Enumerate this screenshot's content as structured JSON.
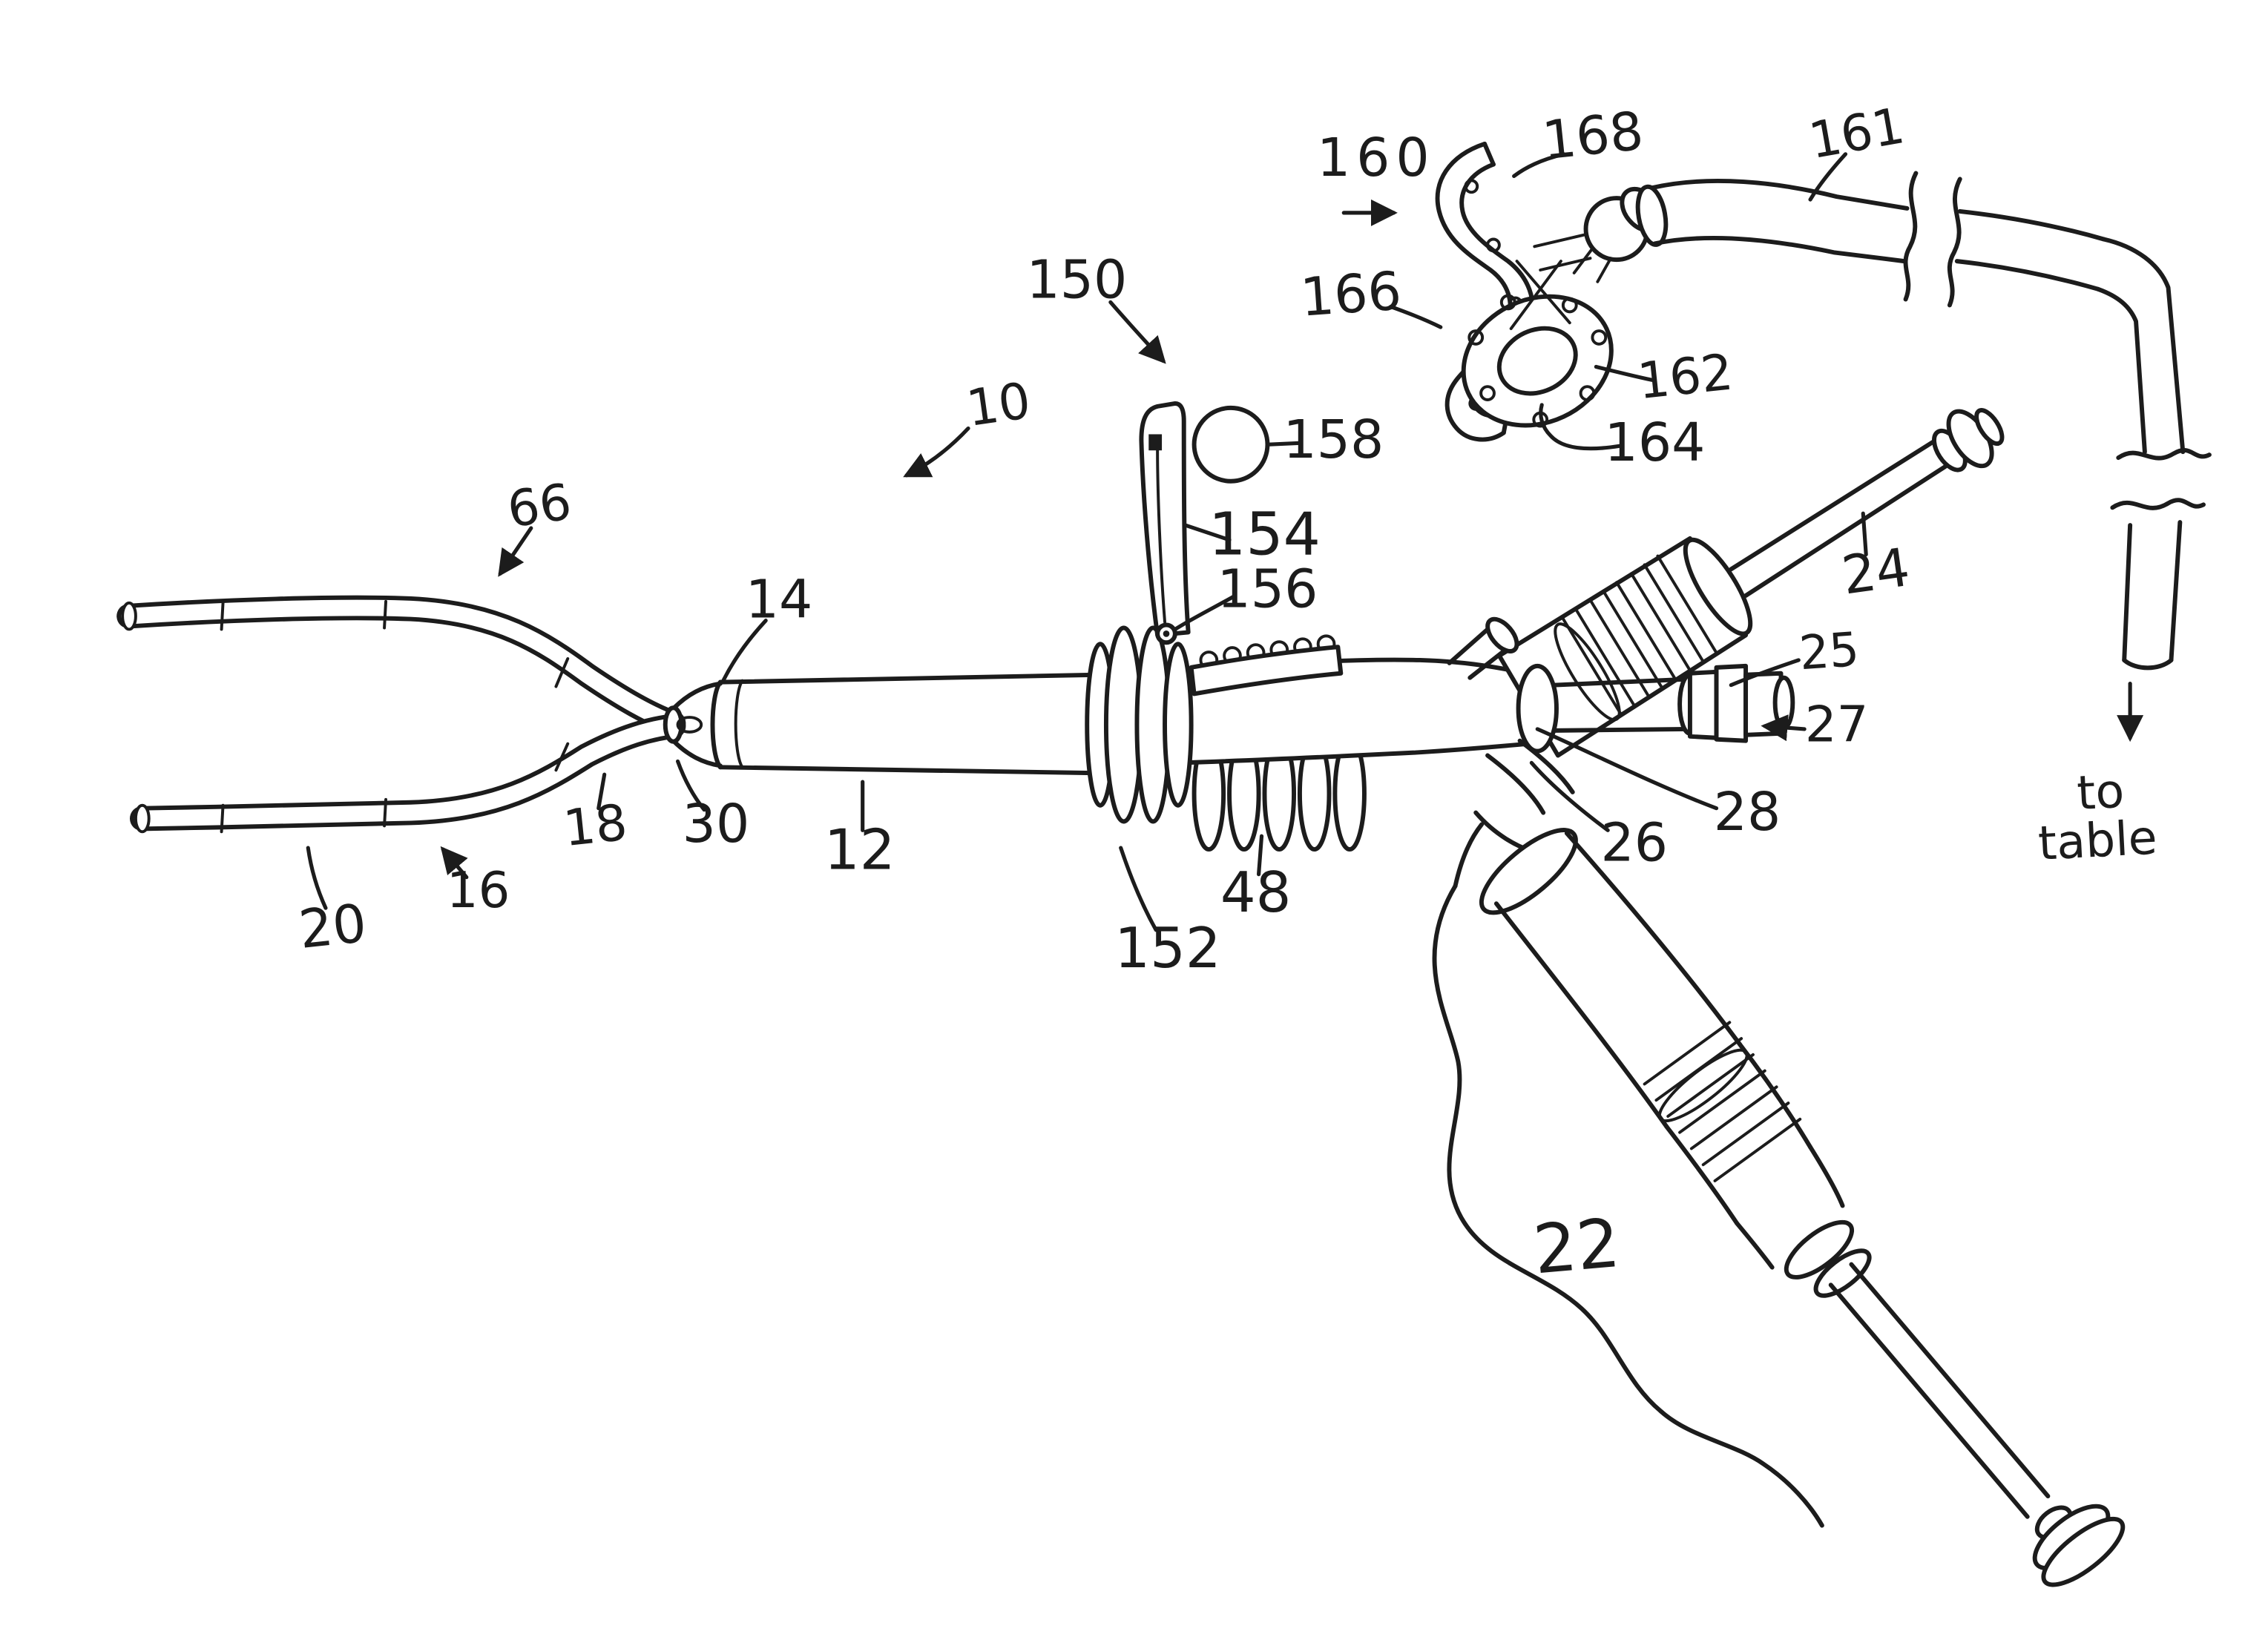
{
  "figure": {
    "ink_color": "#1c1c1c",
    "background_color": "#ffffff"
  },
  "labels": {
    "r10": "10",
    "r12": "12",
    "r14": "14",
    "r16": "16",
    "r18": "18",
    "r20": "20",
    "r22": "22",
    "r24": "24",
    "r25": "25",
    "r26": "26",
    "r27": "27",
    "r28": "28",
    "r30": "30",
    "r48": "48",
    "r66": "66",
    "r150": "150",
    "r152": "152",
    "r154": "154",
    "r156": "156",
    "r158": "158",
    "r160": "160",
    "r161": "161",
    "r162": "162",
    "r164": "164",
    "r166": "166",
    "r168": "168"
  },
  "annotations": {
    "to_table_line1": "to",
    "to_table_line2": "table"
  }
}
